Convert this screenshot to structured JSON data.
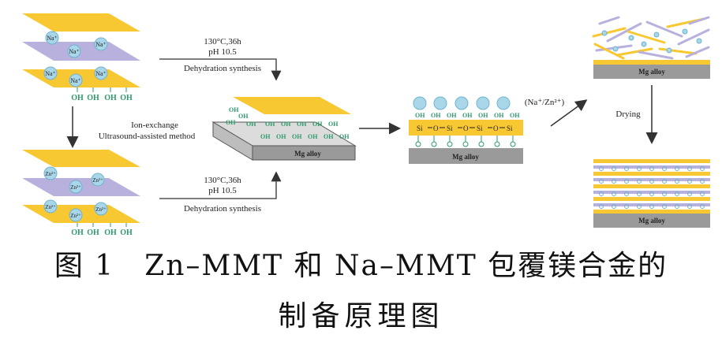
{
  "diagram": {
    "sodium_ion": "Na⁺",
    "zinc_ion": "Zn²⁺",
    "hydroxyl": "OH",
    "condition_top_1": "130°C,36h",
    "condition_top_2": "pH 10.5",
    "condition_top_3": "Dehydration synthesis",
    "condition_bottom_1": "130°C,36h",
    "condition_bottom_2": "pH 10.5",
    "condition_bottom_3": "Dehydration synthesis",
    "ion_exchange": "Ion-exchange",
    "ultrasound": "Ultrasound-assisted method",
    "mg_alloy": "Mg alloy",
    "ion_label": "(Na⁺/Zn²⁺)",
    "drying": "Drying",
    "si": "Si",
    "o": "O"
  },
  "caption": {
    "line1": "图 1　Zn–MMT 和 Na–MMT 包覆镁合金的",
    "line2": "制备原理图"
  },
  "colors": {
    "clay_yellow": "#f7c832",
    "clay_violet": "#b9b1dd",
    "ion_blue": "#a9d6e8",
    "oh_green": "#2e9a6a",
    "substrate_gray": "#9a9a9a",
    "arrow": "#333333"
  }
}
